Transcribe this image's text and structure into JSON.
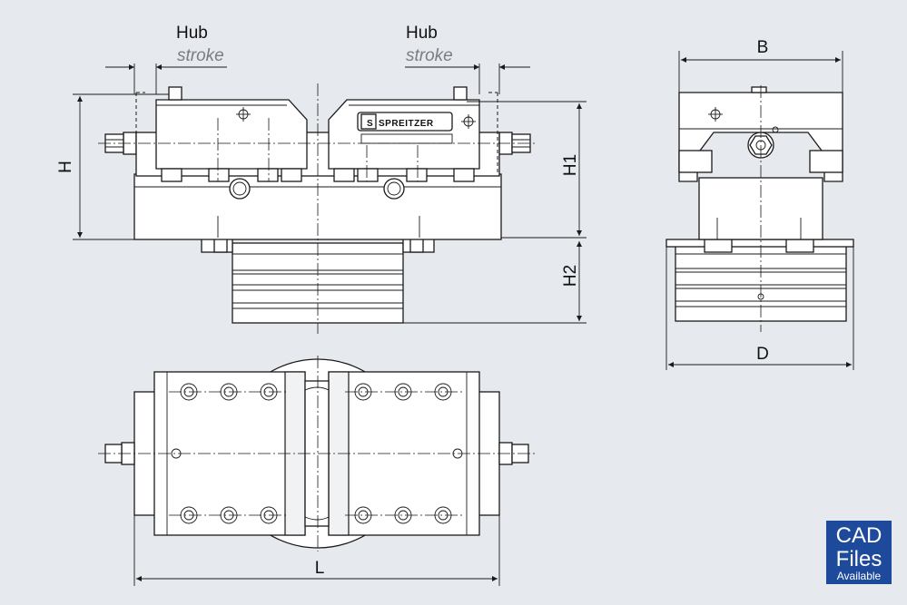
{
  "labels": {
    "hub": "Hub",
    "stroke": "stroke",
    "H": "H",
    "H1": "H1",
    "H2": "H2",
    "B": "B",
    "D": "D",
    "L": "L",
    "brand": "SPREITZER"
  },
  "badge": {
    "line1": "CAD",
    "line2": "Files",
    "line3": "Available",
    "color": "#1e4a9c"
  },
  "colors": {
    "background": "#e6e9ee",
    "line": "#1a1a1a"
  }
}
